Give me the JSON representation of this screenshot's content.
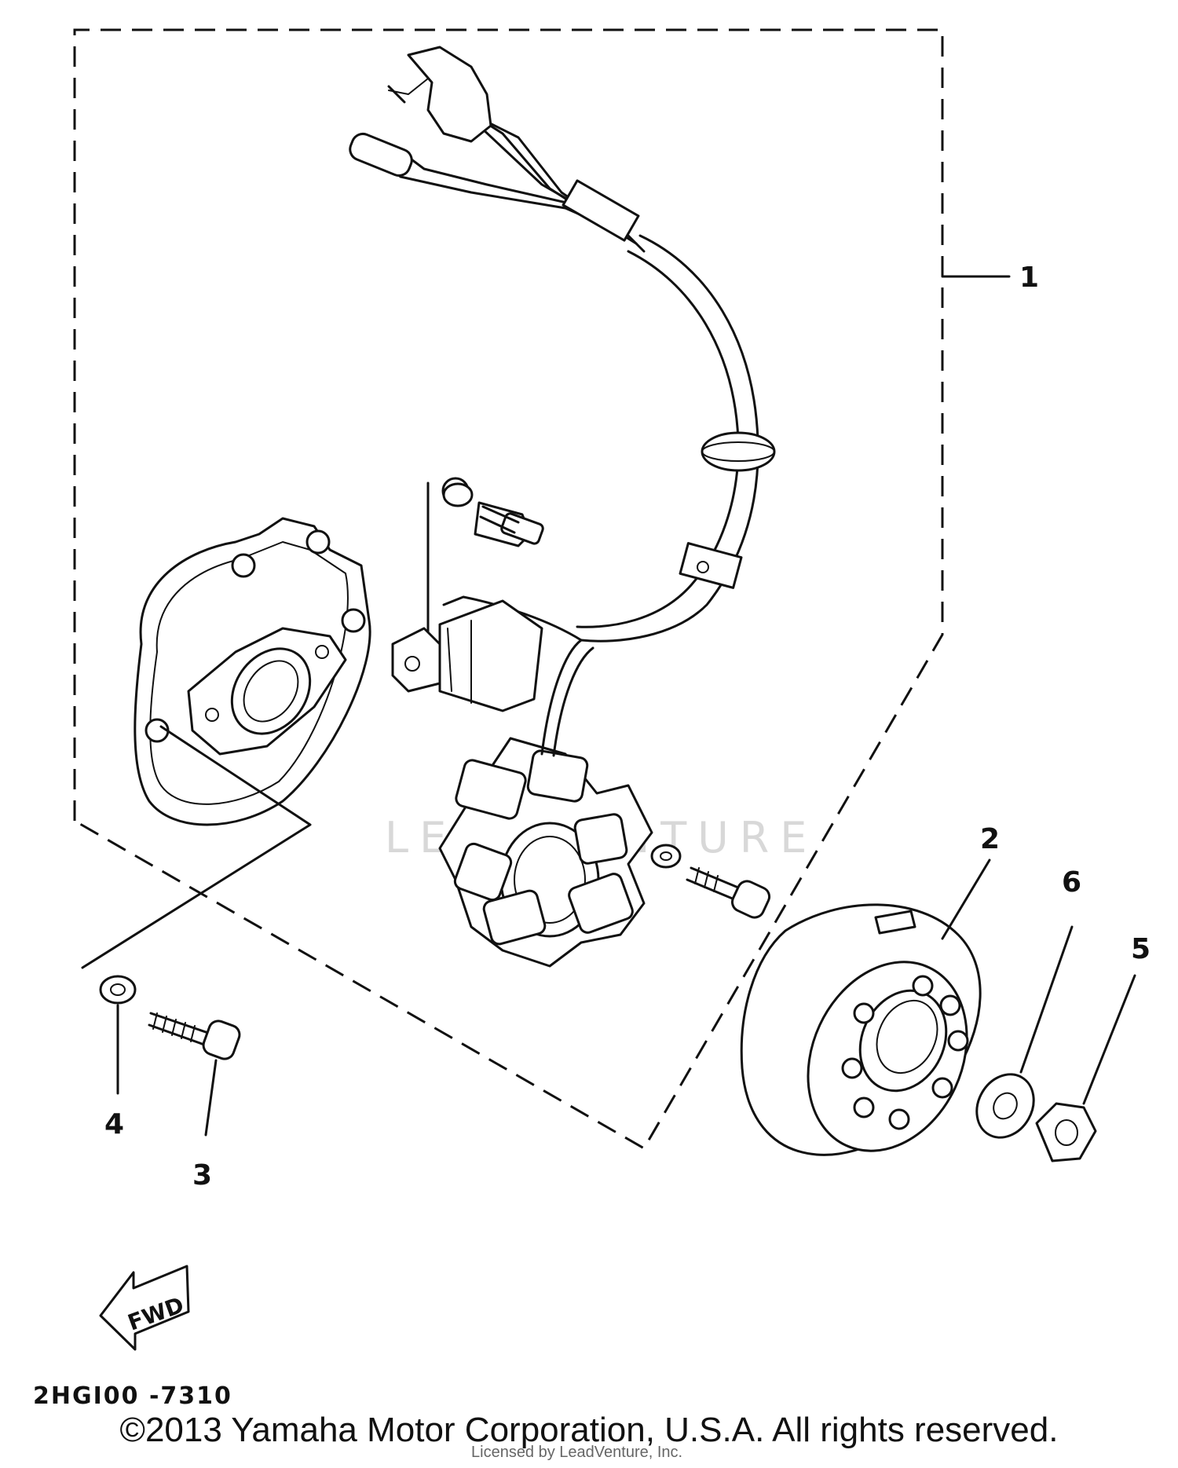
{
  "callouts": {
    "c1": "1",
    "c2": "2",
    "c3": "3",
    "c4": "4",
    "c5": "5",
    "c6": "6"
  },
  "direction_label": "FWD",
  "diagram_code": "2HGI00 -7310",
  "watermark": "LEADVENTURE",
  "copyright": "©2013 Yamaha Motor Corporation, U.S.A. All rights reserved.",
  "license_note": "Licensed by LeadVenture, Inc."
}
